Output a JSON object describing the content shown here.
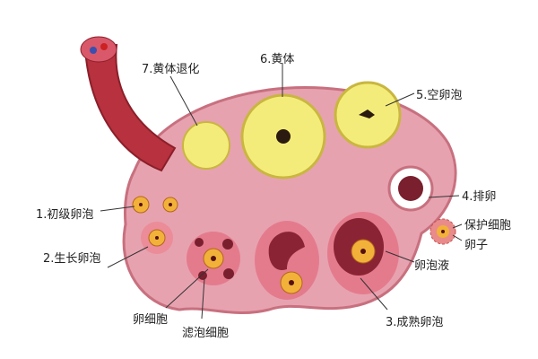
{
  "labels": {
    "primary_follicle": "1.初级卵泡",
    "growing_follicle": "2.生长卵泡",
    "mature_follicle": "3.成熟卵泡",
    "ovulation": "4.排卵",
    "empty_follicle": "5.空卵泡",
    "corpus_luteum": "6.黄体",
    "corpus_luteum_regression": "7.黄体退化",
    "protective_cells": "保护细胞",
    "ovum": "卵子",
    "follicular_fluid": "卵泡液",
    "oocyte": "卵细胞",
    "follicle_cells": "滤泡细胞"
  },
  "colors": {
    "ovary": "#e7a2b0",
    "ovary_edge": "#c8707f",
    "vessel": "#b8313e",
    "yellow_body": "#f4ec7a",
    "egg": "#f2b23a",
    "fluid": "#8a2434"
  }
}
